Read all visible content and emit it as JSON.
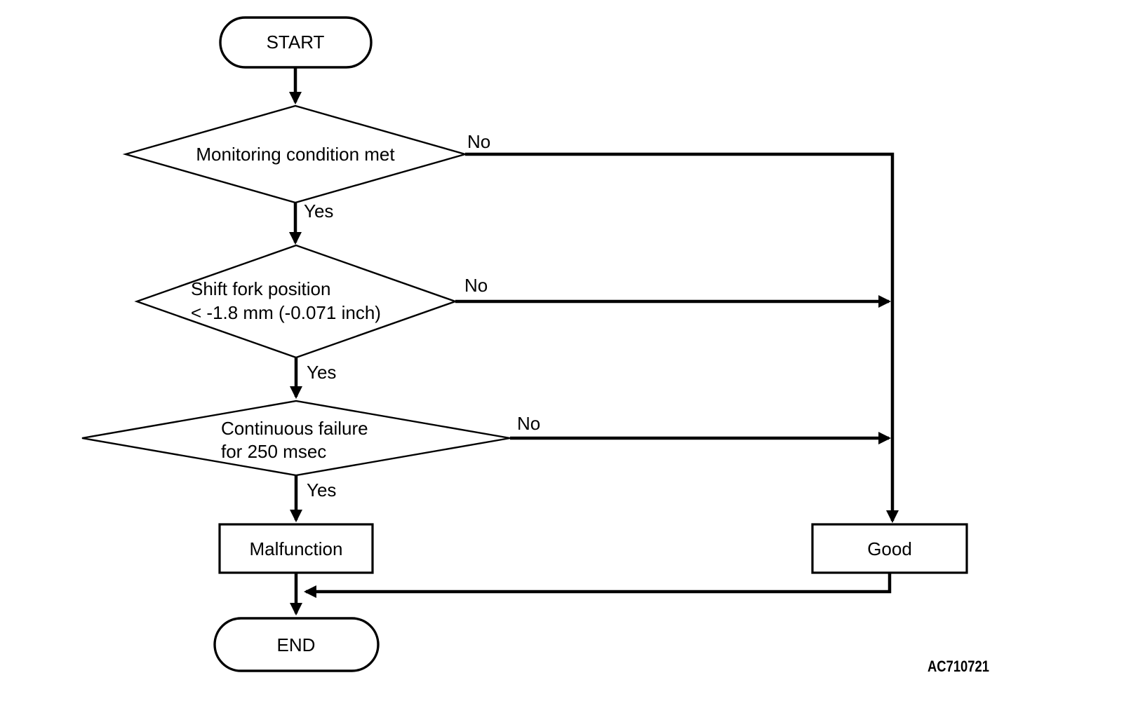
{
  "figure": {
    "code": "AC710721",
    "background_color": "#ffffff",
    "ink_color": "#000000"
  },
  "nodes": {
    "start": {
      "label": "START",
      "type": "terminator"
    },
    "decision_monitoring": {
      "label": "Monitoring condition met",
      "type": "decision"
    },
    "decision_shift_fork": {
      "label_line1": "Shift fork position",
      "label_line2": "< -1.8 mm (-0.071 inch)",
      "type": "decision"
    },
    "decision_continuous_failure": {
      "label_line1": "Continuous failure",
      "label_line2": "for 250 msec",
      "type": "decision"
    },
    "malfunction": {
      "label": "Malfunction",
      "type": "process"
    },
    "good": {
      "label": "Good",
      "type": "process"
    },
    "end": {
      "label": "END",
      "type": "terminator"
    }
  },
  "edges": {
    "monitoring_no": {
      "label": "No"
    },
    "monitoring_yes": {
      "label": "Yes"
    },
    "shift_fork_no": {
      "label": "No"
    },
    "shift_fork_yes": {
      "label": "Yes"
    },
    "continuous_failure_no": {
      "label": "No"
    },
    "continuous_failure_yes": {
      "label": "Yes"
    }
  }
}
